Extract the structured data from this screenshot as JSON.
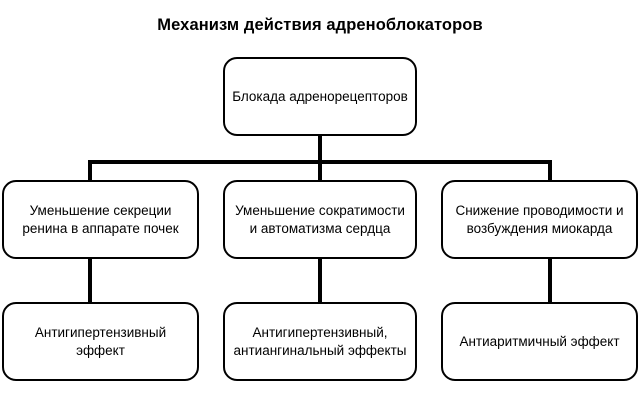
{
  "title": "Механизм действия адреноблокаторов",
  "nodes": {
    "root": "Блокада адренорецепторов",
    "mid_left": "Уменьшение секреции ренина в аппарате почек",
    "mid_center": "Уменьшение сократимости и автоматизма сердца",
    "mid_right": "Снижение проводимости и возбуждения миокарда",
    "bottom_left": "Антигипертензивный эффект",
    "bottom_center": "Антигипертензивный, антиангинальный эффекты",
    "bottom_right": "Антиаритмичный эффект"
  },
  "colors": {
    "stroke": "#000000",
    "background": "#ffffff",
    "text": "#000000"
  }
}
